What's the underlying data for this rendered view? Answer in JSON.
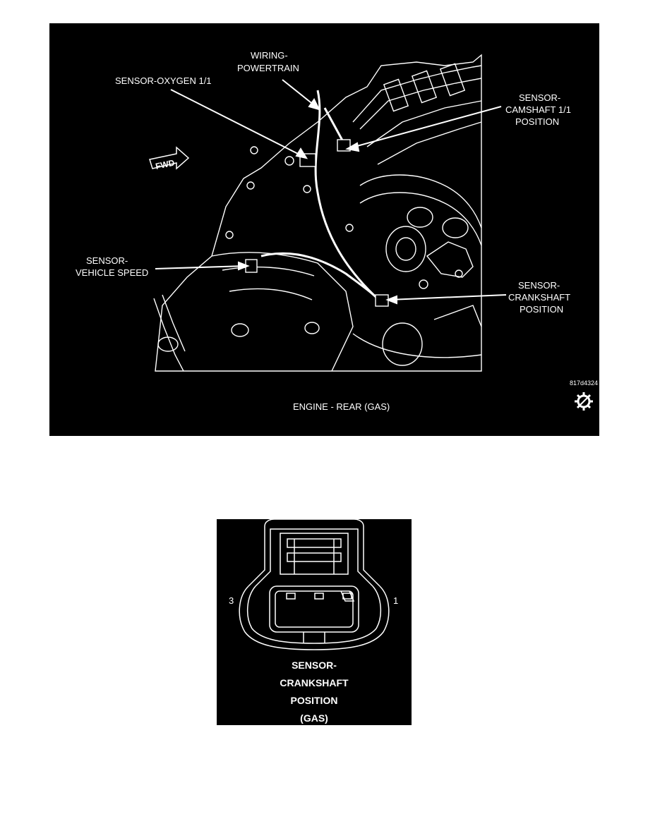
{
  "engine_figure": {
    "labels": {
      "wiring_line1": "WIRING-",
      "wiring_line2": "POWERTRAIN",
      "oxygen": "SENSOR-OXYGEN 1/1",
      "camshaft_line1": "SENSOR-",
      "camshaft_line2": "CAMSHAFT 1/1",
      "camshaft_line3": "POSITION",
      "vehicle_speed_line1": "SENSOR-",
      "vehicle_speed_line2": "VEHICLE SPEED",
      "crankshaft_line1": "SENSOR-",
      "crankshaft_line2": "CRANKSHAFT",
      "crankshaft_line3": "POSITION",
      "fwd_arrow": "FWD"
    },
    "figure_code": "817d4324",
    "caption": "ENGINE - REAR  (GAS)",
    "icon": "gear-service-icon"
  },
  "connector_figure": {
    "pin_left": "3",
    "pin_right": "1",
    "caption_line1": "SENSOR-",
    "caption_line2": "CRANKSHAFT",
    "caption_line3": "POSITION",
    "caption_line4": "(GAS)"
  }
}
